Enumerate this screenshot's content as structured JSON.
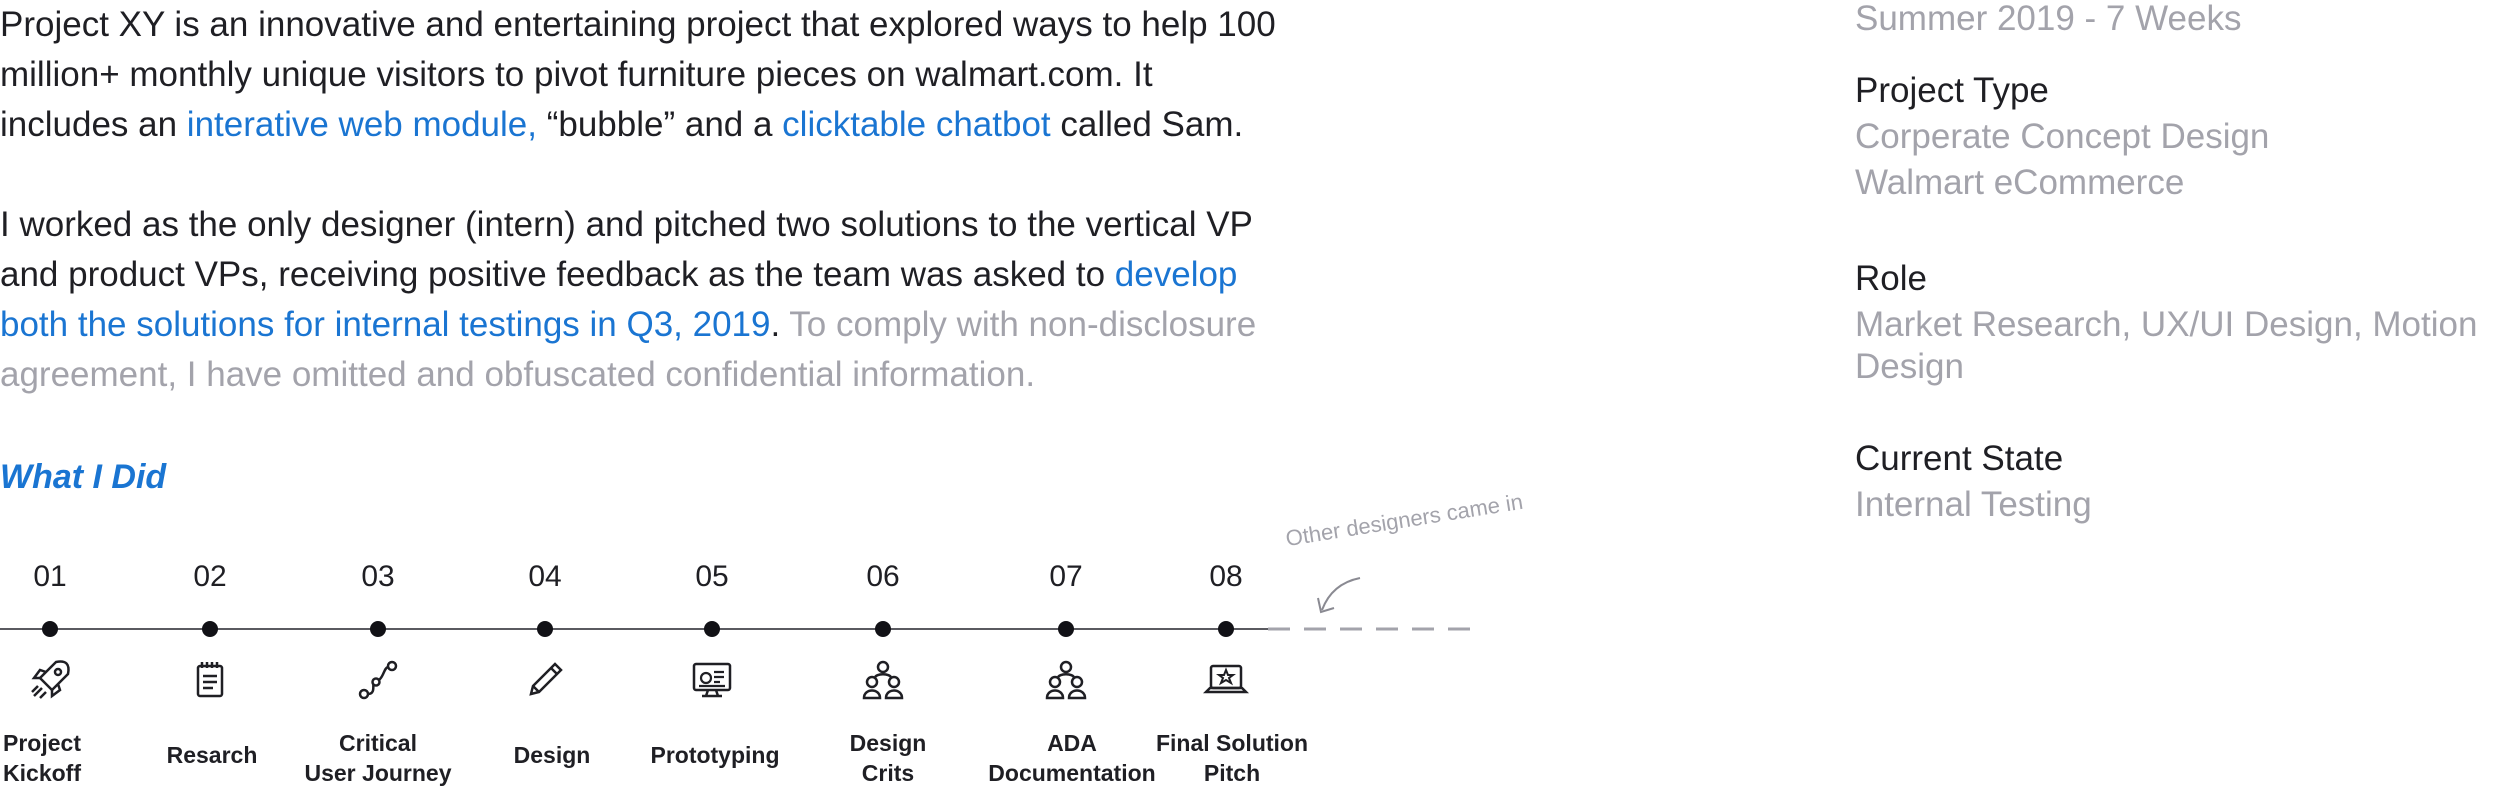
{
  "intro": {
    "p1": {
      "before": "Project XY is an innovative and entertaining project that explored ways to help 100 million+ monthly unique visitors to pivot furniture pieces on walmart.com. It includes an ",
      "link1": "interative web module,",
      "middle": " “bubble” and a ",
      "link2": "clicktable chatbot",
      "after": " called Sam."
    },
    "p2": {
      "before": "I worked as the only designer (intern) and pitched two solutions to the vertical VP and product VPs, receiving positive feedback as the team was asked to ",
      "link": "develop both the solutions for internal testings in Q3, 2019",
      "period": ".",
      "muted": " To comply with non-disclosure agreement, I have omitted and obfuscated confidential information."
    }
  },
  "what_i_did": "What I Did",
  "timeline_note": "Other designers came in",
  "steps": [
    {
      "num": "01",
      "label": "Project\nKickoff",
      "icon": "rocket-icon"
    },
    {
      "num": "02",
      "label": "Resarch",
      "icon": "notepad-icon"
    },
    {
      "num": "03",
      "label": "Critical\nUser Journey",
      "icon": "journey-path-icon"
    },
    {
      "num": "04",
      "label": "Design",
      "icon": "pencil-icon"
    },
    {
      "num": "05",
      "label": "Prototyping",
      "icon": "monitor-prototype-icon"
    },
    {
      "num": "06",
      "label": "Design\nCrits",
      "icon": "team-icon"
    },
    {
      "num": "07",
      "label": "ADA\nDocumentation",
      "icon": "team-icon"
    },
    {
      "num": "08",
      "label": "Final Solution\nPitch",
      "icon": "laptop-star-icon"
    }
  ],
  "sidebar": {
    "timeline_value": "Summer 2019 - 7 Weeks",
    "project_type_head": "Project Type",
    "project_type_line1": "Corperate Concept Design",
    "project_type_line2": "Walmart eCommerce",
    "role_head": "Role",
    "role_line1": "Market Research, UX/UI Design, Motion",
    "role_line2": "Design",
    "state_head": "Current State",
    "state_value": "Internal Testing"
  },
  "colors": {
    "accent": "#1a75d2",
    "muted": "#a3a3ab",
    "text": "#1f1f24"
  }
}
